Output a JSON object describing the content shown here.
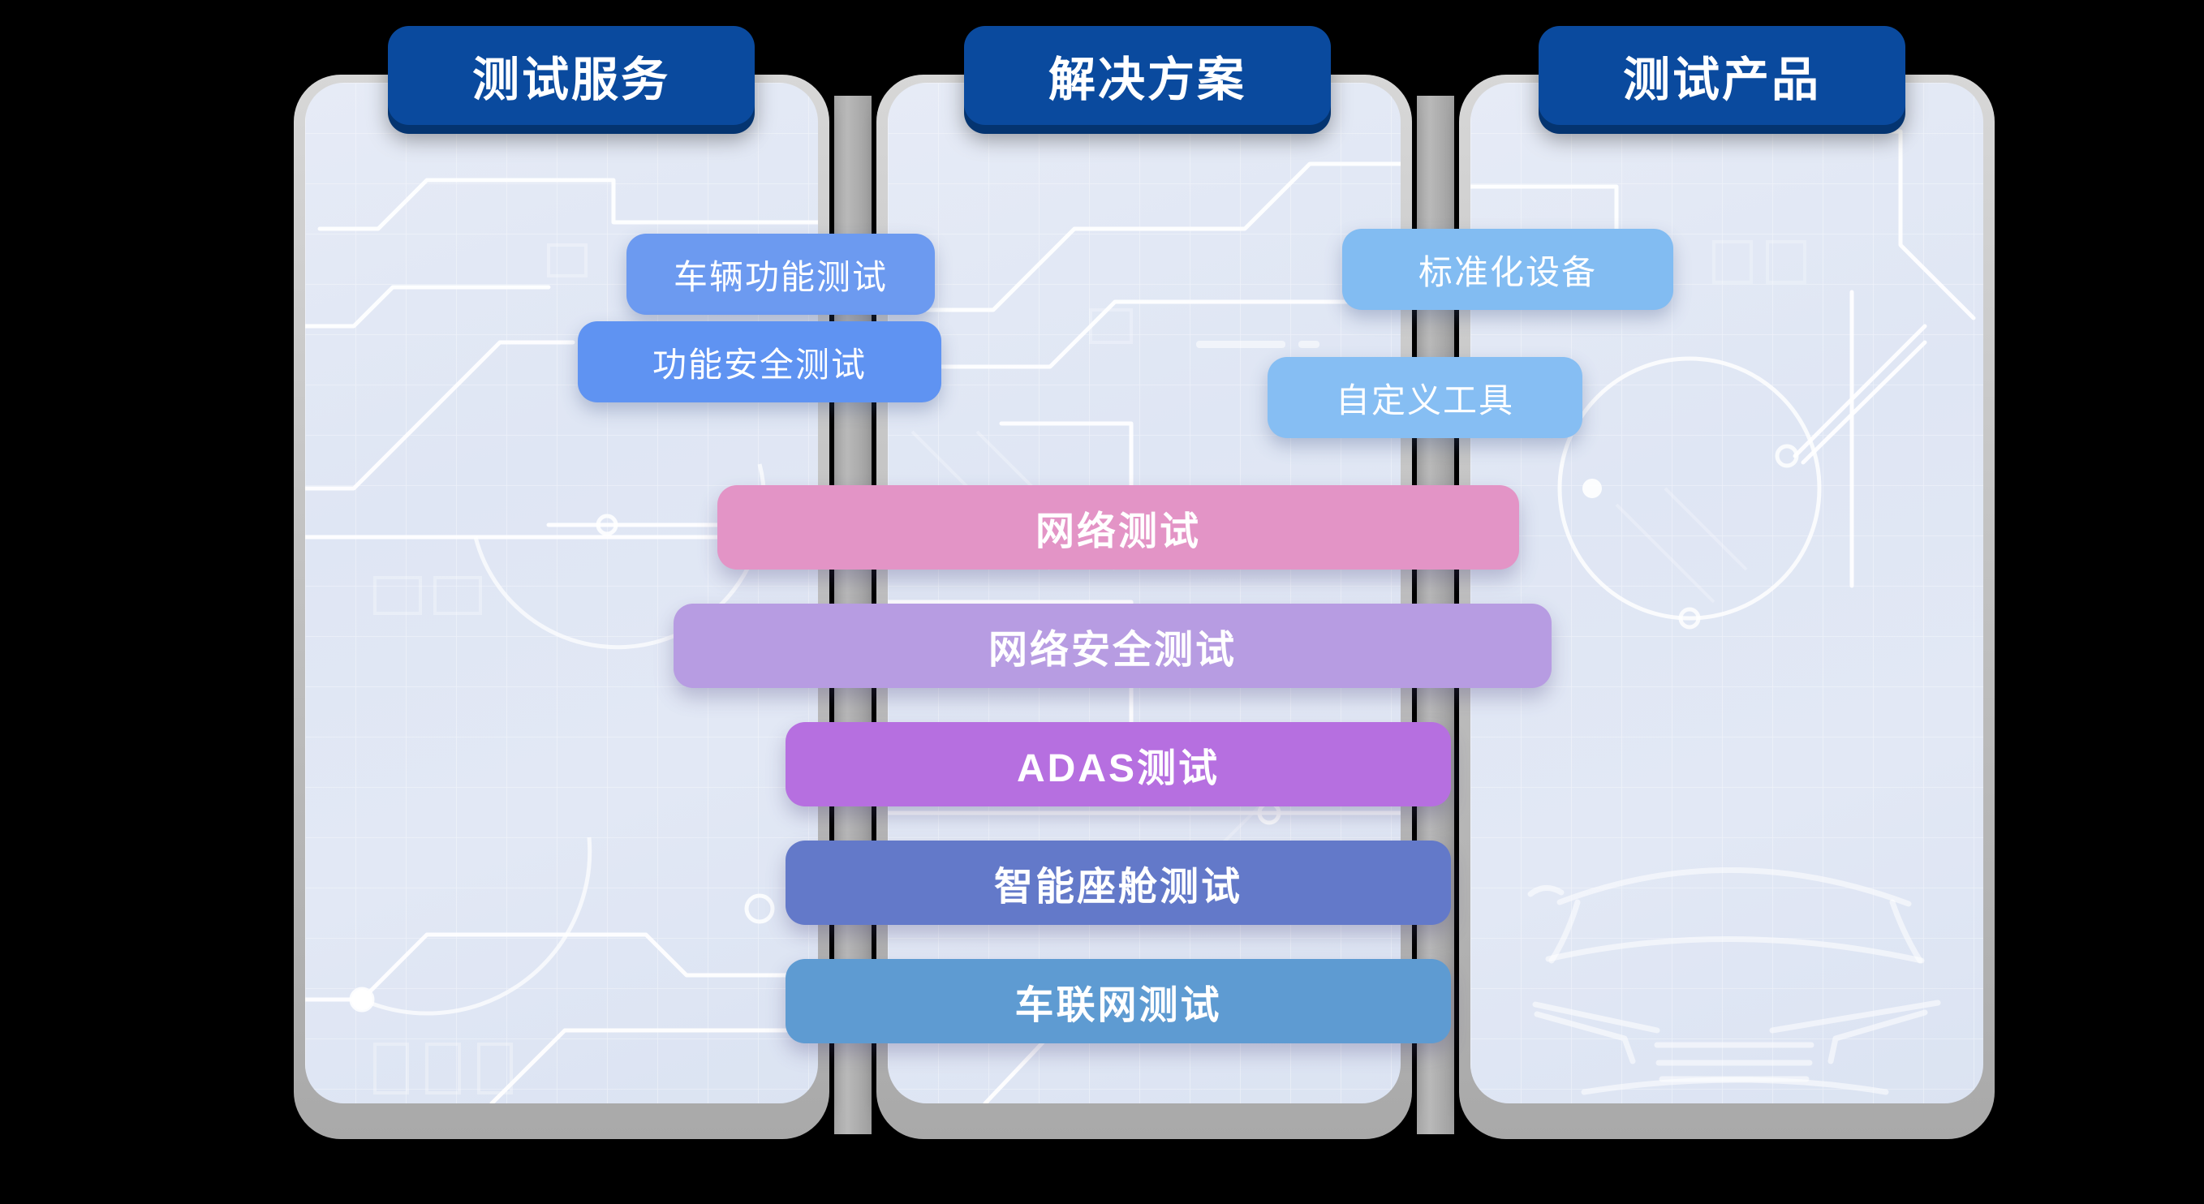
{
  "diagram": {
    "title_tabs": [
      {
        "id": "test-services",
        "label": "测试服务"
      },
      {
        "id": "solutions",
        "label": "解决方案"
      },
      {
        "id": "test-products",
        "label": "测试产品"
      }
    ],
    "left_column": {
      "header": "测试服务",
      "items": [
        {
          "label": "车辆功能测试",
          "color": "#6c9af0"
        },
        {
          "label": "功能安全测试",
          "color": "#5f93f2"
        }
      ]
    },
    "right_column": {
      "header": "测试产品",
      "items": [
        {
          "label": "标准化设备",
          "color": "#82bcf2"
        },
        {
          "label": "自定义工具",
          "color": "#86bef3"
        }
      ]
    },
    "center_column": {
      "header": "解决方案",
      "items": [
        {
          "label": "网络测试",
          "color": "#e394c6"
        },
        {
          "label": "网络安全测试",
          "color": "#b79ce2"
        },
        {
          "label": "ADAS测试",
          "color": "#b66fe0"
        },
        {
          "label": "智能座舱测试",
          "color": "#6379c9"
        },
        {
          "label": "车联网测试",
          "color": "#5e9bd2"
        }
      ]
    },
    "colors": {
      "tab_blue": "#0a4a9e",
      "tab_shadow": "#043470",
      "panel_frame": "#b9b9b9",
      "panel_surface": "#e2e8f5",
      "connector_grey": "#a9a9a9",
      "circuit_line": "#ffffff"
    },
    "background_art": {
      "left_panel": "circuit-board-traces",
      "center_panel": "circuit-board-traces",
      "right_panel": "circuit-board-traces-with-car-silhouette"
    }
  }
}
